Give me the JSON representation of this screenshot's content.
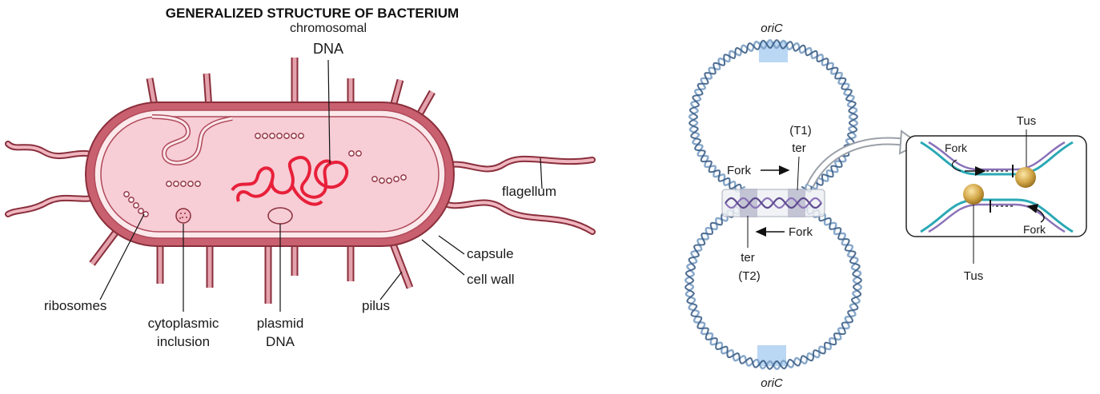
{
  "bacterium": {
    "title": "GENERALIZED STRUCTURE OF BACTERIUM",
    "labels": {
      "chromosomal_line1": "chromosomal",
      "chromosomal_line2": "DNA",
      "flagellum": "flagellum",
      "capsule": "capsule",
      "cell_wall": "cell wall",
      "pilus": "pilus",
      "ribosomes": "ribosomes",
      "cytoplasmic_line1": "cytoplasmic",
      "cytoplasmic_line2": "inclusion",
      "plasmid_line1": "plasmid",
      "plasmid_line2": "DNA"
    },
    "colors": {
      "capsule": "#c9606f",
      "capsule_stroke": "#8a2f3c",
      "cytoplasm": "#f7cdd6",
      "cell_wall": "#fbe9ec",
      "dna": "#e8203a",
      "appendage": "#d47a86"
    }
  },
  "replication": {
    "labels": {
      "oric_top": "oriC",
      "oric_bottom": "oriC",
      "t1": "(T1)",
      "ter_top": "ter",
      "fork_top": "Fork",
      "fork_bottom": "Fork",
      "ter_bottom": "ter",
      "t2": "(T2)",
      "inset_fork_top": "Fork",
      "inset_fork_bottom": "Fork",
      "tus_top": "Tus",
      "tus_bottom": "Tus"
    },
    "colors": {
      "dna_strand": "#7b9fc4",
      "dna_dark": "#3c5e86",
      "origin_box": "#a9cdf0",
      "ter_box": "#b9b9cc",
      "tus_protein": "#d4a84a",
      "inset_green": "#2aa9b5",
      "inset_purple": "#8a72b8"
    }
  }
}
